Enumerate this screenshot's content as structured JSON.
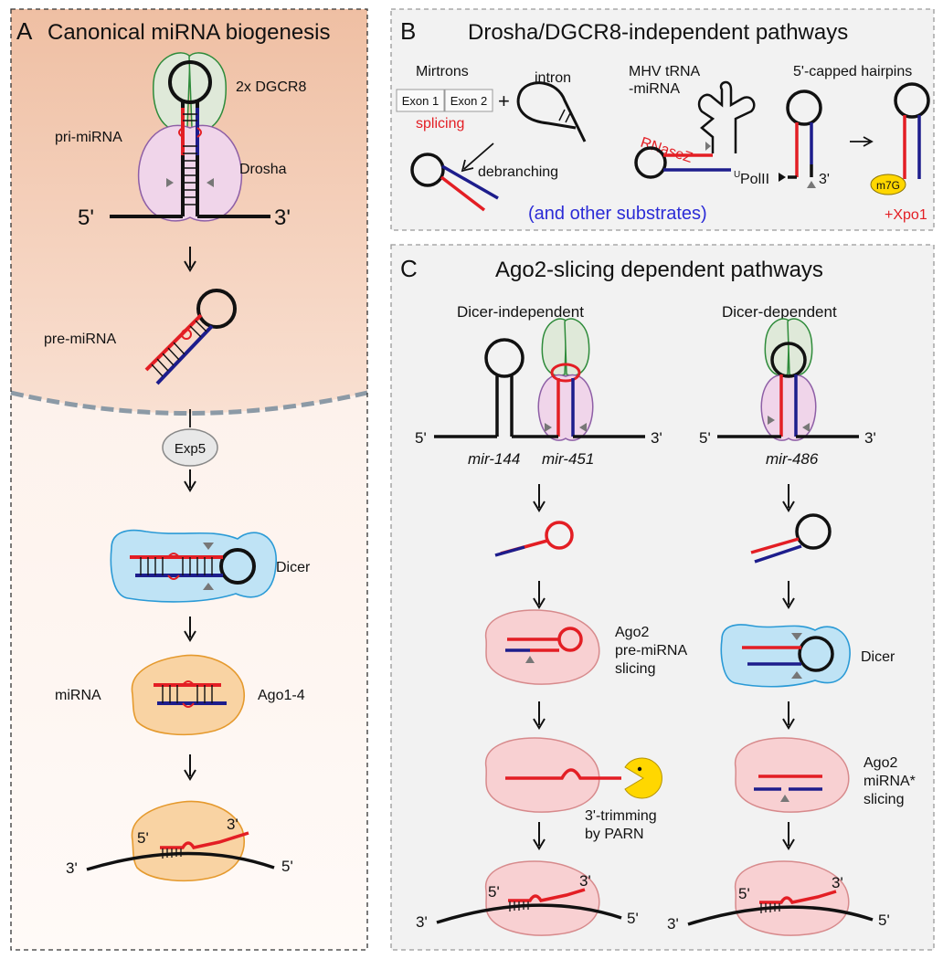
{
  "panelA": {
    "letter": "A",
    "title": "Canonical miRNA biogenesis",
    "label_dgcr8": "2x DGCR8",
    "label_pri": "pri-miRNA",
    "label_drosha": "Drosha",
    "end5": "5'",
    "end3": "3'",
    "label_pre": "pre-miRNA",
    "label_exp5": "Exp5",
    "label_dicer": "Dicer",
    "label_mirna": "miRNA",
    "label_ago": "Ago1-4",
    "target_3l": "3'",
    "target_5r": "5'",
    "target_5p": "5'",
    "target_3p": "3'"
  },
  "panelB": {
    "letter": "B",
    "title": "Drosha/DGCR8-independent pathways",
    "mirtrons": "Mirtrons",
    "exon1": "Exon 1",
    "exon2": "Exon 2",
    "plus": "+",
    "intron": "intron",
    "splicing": "splicing",
    "debranching": "debranching",
    "mhv_line1": "MHV tRNA",
    "mhv_line2": "-miRNA",
    "rnasez": "RNaseZ",
    "u": "U",
    "capped": "5'-capped hairpins",
    "polii": "PolII",
    "end3": "3'",
    "m7g": "m7G",
    "xpo1": "+Xpo1",
    "other": "(and other substrates)"
  },
  "panelC": {
    "letter": "C",
    "title": "Ago2-slicing dependent pathways",
    "dicer_indep": "Dicer-independent",
    "dicer_dep": "Dicer-dependent",
    "end5": "5'",
    "end3": "3'",
    "mir144": "mir-144",
    "mir451": "mir-451",
    "mir486": "mir-486",
    "ago2_l1": "Ago2",
    "ago2_l2": "pre-miRNA",
    "ago2_l3": "slicing",
    "dicer": "Dicer",
    "trim_l1": "3'-trimming",
    "trim_l2": "by PARN",
    "agoR_l1": "Ago2",
    "agoR_l2": "miRNA*",
    "agoR_l3": "slicing",
    "t3": "3'",
    "t5": "5'"
  },
  "colors": {
    "red": "#e31e24",
    "blue": "#1d1d8c",
    "nucleus": "#f3cdb6",
    "ago_orange": "#f9d3a3",
    "ago_pink": "#f8d0d2",
    "dicer_blue": "#bfe3f5",
    "drosha": "#f0d5ea",
    "dgcr8": "#dfe9d9",
    "pacman": "#ffd700"
  }
}
